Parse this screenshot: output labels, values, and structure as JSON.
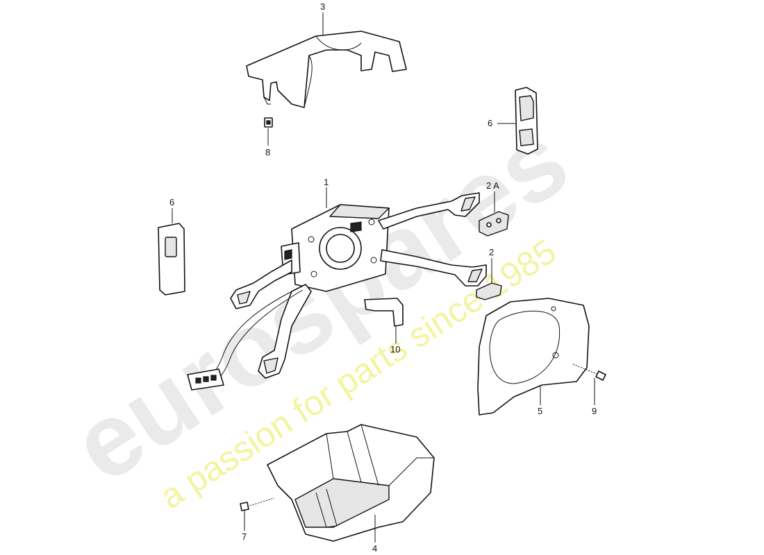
{
  "watermark": {
    "brand": "eurospares",
    "tagline": "a passion for parts since 1985"
  },
  "callouts": [
    {
      "id": "label-3",
      "text": "3"
    },
    {
      "id": "label-8",
      "text": "8"
    },
    {
      "id": "label-6-top",
      "text": "6"
    },
    {
      "id": "label-1",
      "text": "1"
    },
    {
      "id": "label-2a",
      "text": "2 A"
    },
    {
      "id": "label-6-left",
      "text": "6"
    },
    {
      "id": "label-2",
      "text": "2"
    },
    {
      "id": "label-10",
      "text": "10"
    },
    {
      "id": "label-5",
      "text": "5"
    },
    {
      "id": "label-9",
      "text": "9"
    },
    {
      "id": "label-7",
      "text": "7"
    },
    {
      "id": "label-4",
      "text": "4"
    }
  ]
}
